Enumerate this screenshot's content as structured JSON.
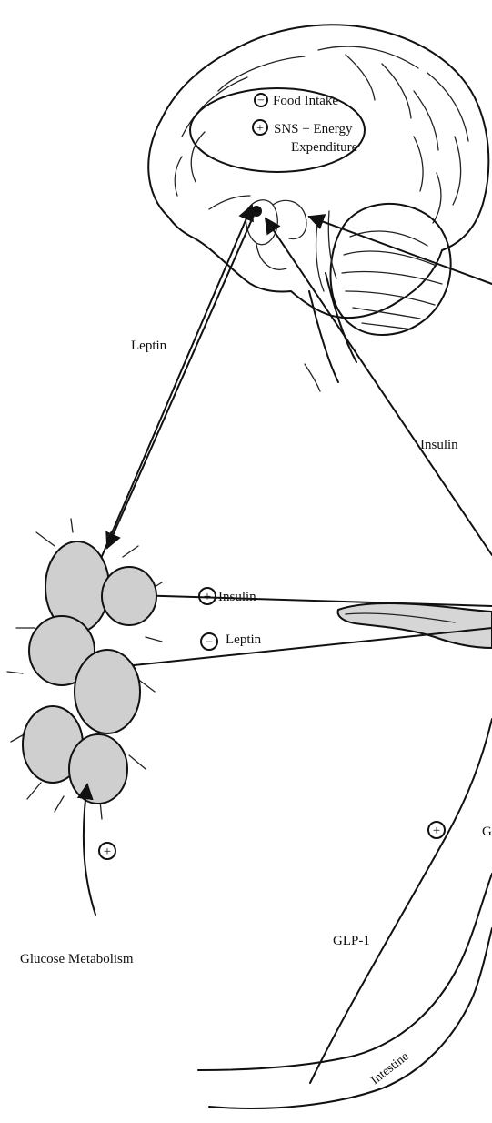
{
  "brain": {
    "effects": [
      {
        "sign": "−",
        "text": "Food Intake"
      },
      {
        "sign": "+",
        "text": "SNS + Energy"
      },
      {
        "sign": "",
        "text": "Expenditure"
      }
    ]
  },
  "arrows": {
    "leptin_to_brain": "Leptin",
    "insulin_to_brain": "Insulin",
    "insulin_to_fat": {
      "sign": "+",
      "text": "Insulin"
    },
    "leptin_from_fat": {
      "sign": "−",
      "text": "Leptin"
    },
    "glp1": "GLP-1",
    "glp1_sign": "+",
    "gip_partial": "G"
  },
  "fat": {
    "sign": "+",
    "label": "Glucose Metabolism"
  },
  "intestine": {
    "label": "Intestine"
  },
  "colors": {
    "ink": "#111111",
    "fat_cell_fill": "#cfcfcf",
    "pancreas_fill": "#d6d6d6",
    "background": "#ffffff"
  }
}
